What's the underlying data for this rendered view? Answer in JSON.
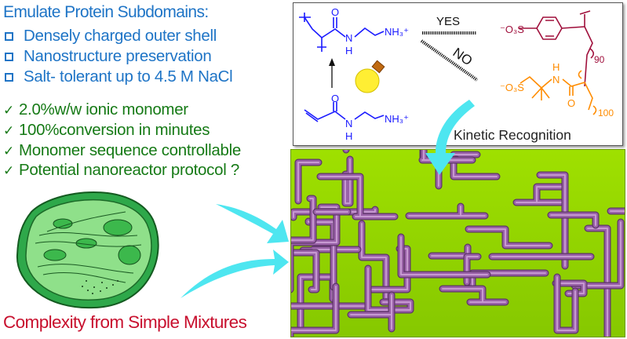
{
  "heading": "Emulate Protein Subdomains:",
  "goals": [
    "Densely charged outer shell",
    "Nanostructure preservation",
    "Salt- tolerant up to 4.5 M NaCl"
  ],
  "achievements": [
    "2.0%w/w ionic monomer",
    "100%conversion in minutes",
    "Monomer sequence controllable",
    "Potential nanoreactor protocol ?"
  ],
  "check_symbol": "✓",
  "footer": "Complexity from Simple Mixtures",
  "scheme": {
    "yes": "YES",
    "no": "NO",
    "caption": "Kinetic Recognition",
    "o": "O",
    "n": "N",
    "h": "H",
    "ammonium": "NH₃⁺",
    "sulfonate": "⁻O₃S",
    "sulfonate_label": "S",
    "dp_styrene": "90",
    "dp_amps": "100"
  },
  "colors": {
    "blue_text": "#1e74c6",
    "green_text": "#167a16",
    "red_text": "#c8102e",
    "monomer_blue": "#1a1aff",
    "styrene_red": "#a0103c",
    "amps_orange": "#ff8c00",
    "gel_green": "#8fd400",
    "network_purple": "#9a62a8",
    "arrow_cyan": "#4ee6f0"
  }
}
